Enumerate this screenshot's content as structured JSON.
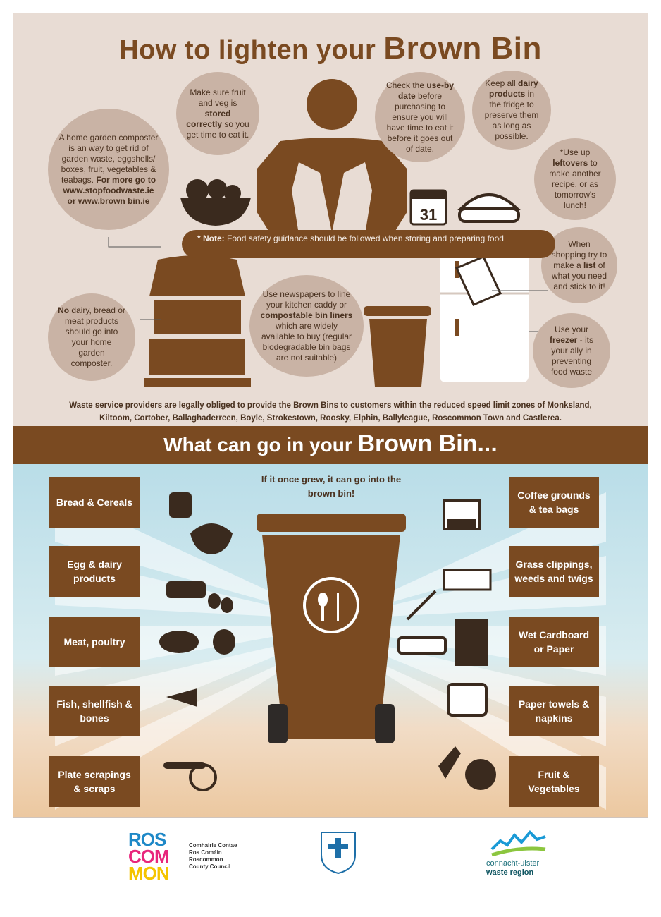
{
  "title": {
    "prefix": "How to lighten your",
    "brand": "Brown Bin"
  },
  "tips": {
    "composter": {
      "text": "A home garden composter is an way to get rid of garden waste, eggshells/ boxes, fruit, vegetables & teabags.",
      "bold": "For more go to www.stopfoodwaste.ie or www.brown bin.ie"
    },
    "stored": {
      "pre": "Make sure fruit and veg is",
      "bold": "stored correctly",
      "post": "so you get time to eat it."
    },
    "use_by": {
      "pre": "Check the",
      "bold": "use-by date",
      "post": "before purchasing to ensure you will have time to eat it before it goes out of date."
    },
    "dairy": {
      "pre": "Keep all",
      "bold": "dairy products",
      "post": "in the fridge to preserve them as long as possible."
    },
    "leftovers": {
      "pre": "*Use up",
      "bold": "leftovers",
      "post": "to make another recipe, or as tomorrow's lunch!"
    },
    "list": {
      "pre": "When shopping try to make a",
      "bold": "list",
      "post": "of what you need and stick to it!"
    },
    "no_dairy": {
      "bold": "No",
      "post": "dairy, bread or meat products should go into your home garden composter."
    },
    "newspapers": {
      "pre": "Use newspapers to line your kitchen caddy or",
      "bold": "compostable bin liners",
      "post": "which are widely available to buy (regular biodegradable bin bags are not suitable)"
    },
    "freezer": {
      "pre": "Use your",
      "bold": "freezer",
      "post": "- its your ally in preventing food waste"
    }
  },
  "note": {
    "bold": "* Note:",
    "text": "Food safety guidance should be followed when storing and preparing food"
  },
  "calendar_day": "31",
  "legal": "Waste service providers are  legally obliged to provide the Brown Bins to customers within the reduced speed limit zones of Monksland, Kiltoom, Cortober, Ballaghaderreen, Boyle, Strokestown, Roosky, Elphin, Ballyleague, Roscommon Town and Castlerea.",
  "subtitle": {
    "prefix": "What can go in your",
    "brand": "Brown Bin..."
  },
  "grew": "If it once grew, it can go into the brown bin!",
  "left_items": [
    "Bread & Cereals",
    "Egg & dairy products",
    "Meat, poultry",
    "Fish, shellfish & bones",
    "Plate scrapings & scraps"
  ],
  "right_items": [
    "Coffee grounds & tea bags",
    "Grass clippings, weeds and twigs",
    "Wet Cardboard or Paper",
    "Paper towels & napkins",
    "Fruit & Vegetables"
  ],
  "footer": {
    "ros": [
      "ROS",
      "COM",
      "MON"
    ],
    "council": [
      "Comhairle Contae",
      "Ros Comáin",
      "Roscommon",
      "County Council"
    ],
    "cu_line1": "connacht-ulster",
    "cu_line2": "waste region"
  },
  "colors": {
    "brown": "#7a4a21",
    "panel": "#e8dcd4",
    "bubble": "#c9b3a5",
    "sky": "#b9dde8"
  }
}
